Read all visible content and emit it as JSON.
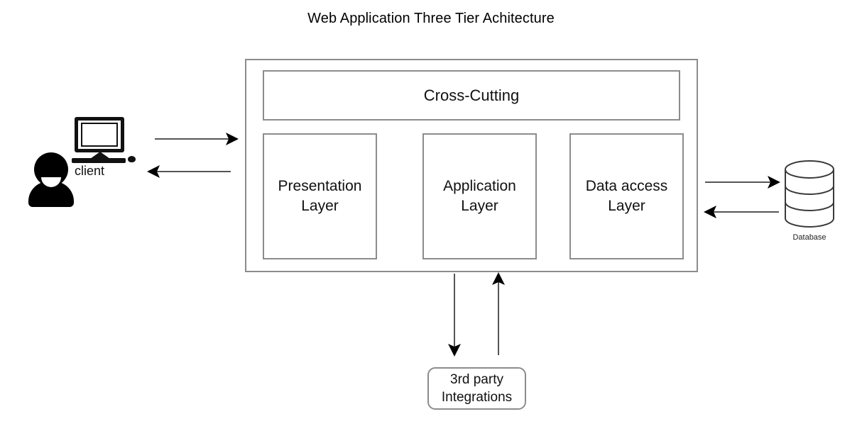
{
  "title": "Web Application Three Tier Achitecture",
  "actors": {
    "client": {
      "label": "client",
      "icon_person": "user-silhouette-icon",
      "icon_computer": "desktop-computer-icon"
    },
    "database": {
      "label": "Database",
      "icon": "database-cylinder-icon"
    }
  },
  "container": {
    "name": "three-tier-application-container",
    "cross_cutting": {
      "label": "Cross-Cutting"
    },
    "layers": [
      {
        "id": "presentation",
        "label": "Presentation\nLayer"
      },
      {
        "id": "application",
        "label": "Application\nLayer"
      },
      {
        "id": "data-access",
        "label": "Data access\nLayer"
      }
    ]
  },
  "external": {
    "third_party": {
      "label": "3rd party\nIntegrations"
    }
  },
  "connections": [
    {
      "id": "client-to-app",
      "from": "client",
      "to": "application-container",
      "direction": "right"
    },
    {
      "id": "app-to-client",
      "from": "application-container",
      "to": "client",
      "direction": "left"
    },
    {
      "id": "app-to-database",
      "from": "application-container",
      "to": "database",
      "direction": "right"
    },
    {
      "id": "database-to-app",
      "from": "database",
      "to": "application-container",
      "direction": "left"
    },
    {
      "id": "app-to-third-party",
      "from": "application-container",
      "to": "third-party",
      "direction": "down"
    },
    {
      "id": "third-party-to-app",
      "from": "third-party",
      "to": "application-container",
      "direction": "up"
    }
  ],
  "colors": {
    "background": "#ffffff",
    "box_border": "#8c8c8c",
    "text": "#111111",
    "arrow": "#555555",
    "arrow_head": "#000000",
    "icon_fill": "#000000"
  }
}
